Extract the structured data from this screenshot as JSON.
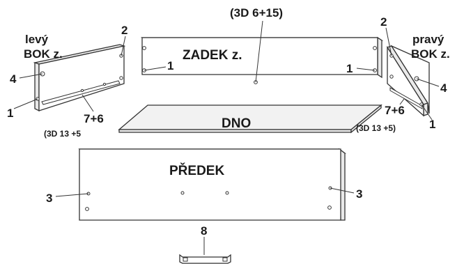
{
  "labels": {
    "left_side": [
      "levý",
      "BOK z."
    ],
    "right_side": [
      "pravý",
      "BOK z."
    ],
    "back": "ZADEK z.",
    "bottom": "DNO",
    "front": "PŘEDEK",
    "back_hardware": "(3D 6+15)",
    "left_hardware": "(3D 13 +5",
    "right_hardware": "(3D 13 +5)",
    "left_rail": "7+6",
    "right_rail": "7+6"
  },
  "callouts": {
    "n1": "1",
    "n2": "2",
    "n3": "3",
    "n4": "4",
    "n8": "8"
  }
}
